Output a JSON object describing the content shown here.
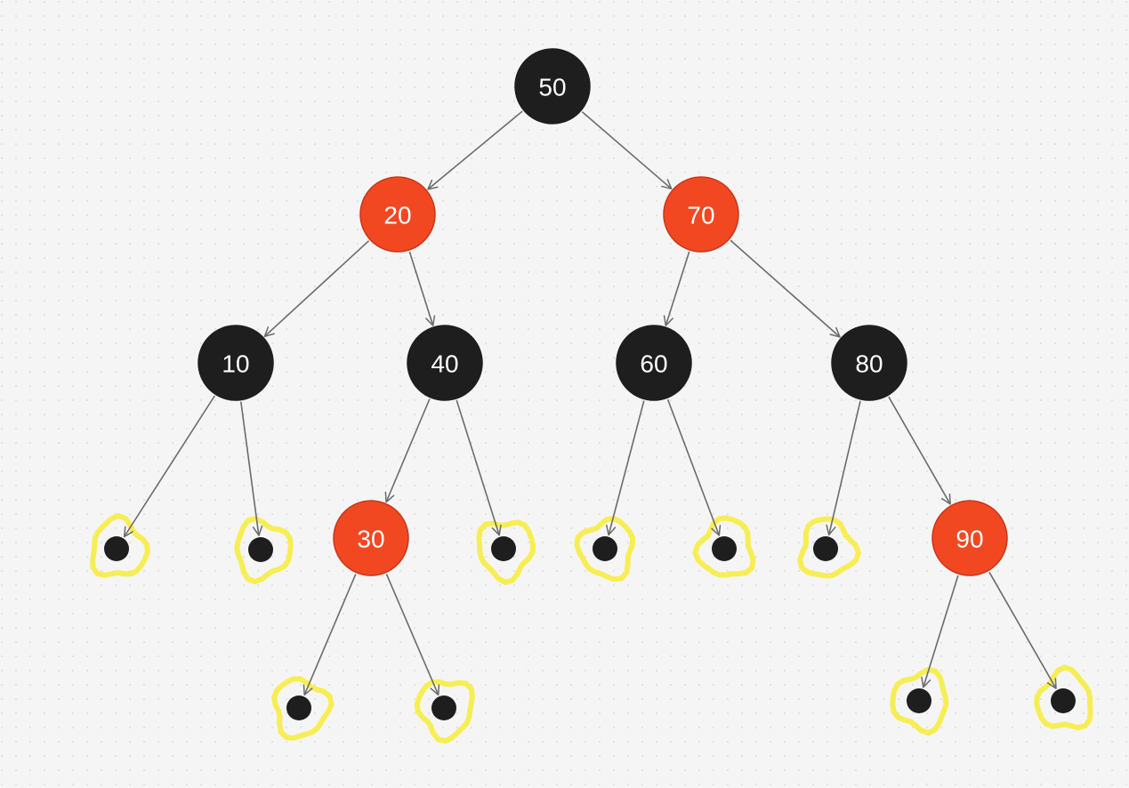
{
  "tree": {
    "colors": {
      "red": "#f24822",
      "red_stroke": "#c9361a",
      "black": "#1e1e1e",
      "edge": "#6b6b6b",
      "highlight": "#f7ee55",
      "background": "#f5f5f5",
      "grid_dot": "#d4d4d4"
    },
    "nodes": [
      {
        "id": "n50",
        "label": "50",
        "color": "black"
      },
      {
        "id": "n20",
        "label": "20",
        "color": "red"
      },
      {
        "id": "n70",
        "label": "70",
        "color": "red"
      },
      {
        "id": "n10",
        "label": "10",
        "color": "black"
      },
      {
        "id": "n40",
        "label": "40",
        "color": "black"
      },
      {
        "id": "n60",
        "label": "60",
        "color": "black"
      },
      {
        "id": "n80",
        "label": "80",
        "color": "black"
      },
      {
        "id": "n30",
        "label": "30",
        "color": "red"
      },
      {
        "id": "n90",
        "label": "90",
        "color": "red"
      }
    ],
    "nil_leaves": [
      {
        "id": "nil-10-left",
        "highlighted": true
      },
      {
        "id": "nil-10-right",
        "highlighted": true
      },
      {
        "id": "nil-40-right",
        "highlighted": true
      },
      {
        "id": "nil-60-left",
        "highlighted": true
      },
      {
        "id": "nil-60-right",
        "highlighted": true
      },
      {
        "id": "nil-80-left",
        "highlighted": true
      },
      {
        "id": "nil-30-left",
        "highlighted": true
      },
      {
        "id": "nil-30-right",
        "highlighted": true
      },
      {
        "id": "nil-90-left",
        "highlighted": true
      },
      {
        "id": "nil-90-right",
        "highlighted": true
      }
    ],
    "edges": [
      [
        "n50",
        "n20"
      ],
      [
        "n50",
        "n70"
      ],
      [
        "n20",
        "n10"
      ],
      [
        "n20",
        "n40"
      ],
      [
        "n70",
        "n60"
      ],
      [
        "n70",
        "n80"
      ],
      [
        "n10",
        "nil-10-left"
      ],
      [
        "n10",
        "nil-10-right"
      ],
      [
        "n40",
        "n30"
      ],
      [
        "n40",
        "nil-40-right"
      ],
      [
        "n60",
        "nil-60-left"
      ],
      [
        "n60",
        "nil-60-right"
      ],
      [
        "n80",
        "nil-80-left"
      ],
      [
        "n80",
        "n90"
      ],
      [
        "n30",
        "nil-30-left"
      ],
      [
        "n30",
        "nil-30-right"
      ],
      [
        "n90",
        "nil-90-left"
      ],
      [
        "n90",
        "nil-90-right"
      ]
    ]
  }
}
